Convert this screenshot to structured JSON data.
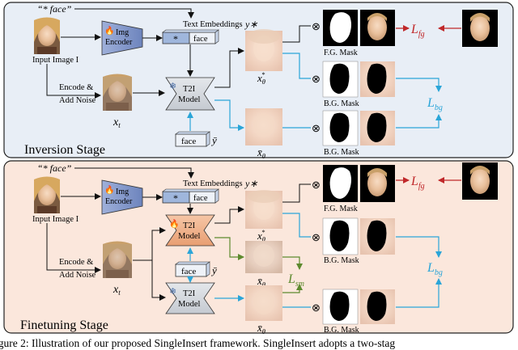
{
  "inversion": {
    "stage_label": "Inversion Stage",
    "prompt": "“* face”",
    "img_encoder": [
      "Img",
      "Encoder"
    ],
    "text_embeddings": "Text Embeddings",
    "y_star": "y∗",
    "token_star": "*",
    "token_face": "face",
    "input_image": "Input Image I",
    "encode": [
      "Encode &",
      "Add Noise"
    ],
    "x_t": "x",
    "x_t_sub": "t",
    "t2i": [
      "T2I",
      "Model"
    ],
    "face_token": "face",
    "y_bar": "ȳ",
    "x_star": "x",
    "x_star_sub": "θ",
    "x_star_sup": "*",
    "x_bar": "x̄",
    "x_bar_sub": "θ",
    "fg_mask": "F.G. Mask",
    "bg_mask_1": "B.G. Mask",
    "bg_mask_2": "B.G. Mask",
    "l_fg": "L",
    "l_fg_sub": "fg",
    "l_bg": "L",
    "l_bg_sub": "bg"
  },
  "finetuning": {
    "stage_label": "Finetuning Stage",
    "prompt": "“* face”",
    "img_encoder": [
      "Img",
      "Encoder"
    ],
    "text_embeddings": "Text Embeddings",
    "y_star": "y∗",
    "token_star": "*",
    "token_face": "face",
    "input_image": "Input Image I",
    "encode": [
      "Encode &",
      "Add Noise"
    ],
    "x_t": "x",
    "x_t_sub": "t",
    "t2i_trainable": [
      "T2I",
      "Model"
    ],
    "t2i_frozen": [
      "T2I",
      "Model"
    ],
    "face_token": "face",
    "y_bar": "ȳ",
    "x_star": "x",
    "x_star_sub": "θ",
    "x_star_sup": "*",
    "x_bar_mid": "x̄",
    "x_bar_mid_sub": "θ",
    "x_bar_bottom": "x̄",
    "x_bar_bottom_sub": "θ",
    "fg_mask": "F.G. Mask",
    "bg_mask_1": "B.G. Mask",
    "bg_mask_2": "B.G. Mask",
    "l_fg": "L",
    "l_fg_sub": "fg",
    "l_bg": "L",
    "l_bg_sub": "bg",
    "l_sm": "L",
    "l_sm_sub": "sm"
  },
  "caption": "igure 2: Illustration of our proposed SingleInsert framework. SingleInsert adopts a two-stag",
  "colors": {
    "inversion_bg": "#e8eef6",
    "finetuning_bg": "#fbe7dc",
    "encoder_fill": "#8096c8",
    "embed_fill": "#9fb6dc",
    "t2i_frozen_fill": "#d2d6dc",
    "t2i_train_fill": "#f0b38c",
    "fg_arrow": "#c0282a",
    "bg_arrow": "#2aa5d8",
    "sm_arrow": "#5d8a2e"
  }
}
